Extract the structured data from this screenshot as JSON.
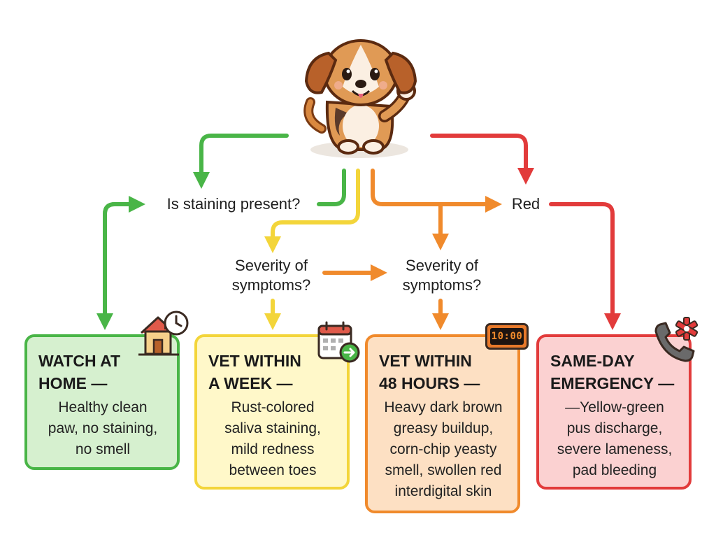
{
  "questions": {
    "staining": "Is staining present?",
    "red": "Red",
    "severity_1": "Severity of\nsymptoms?",
    "severity_2": "Severity of\nsymptoms?"
  },
  "outcomes": [
    {
      "title": "WATCH AT\nHOME —",
      "description": "Healthy clean\npaw, no staining,\nno smell",
      "color": "#49b547",
      "icon": "house-clock-icon"
    },
    {
      "title": "VET WITHIN\nA WEEK —",
      "description": "Rust-colored\nsaliva staining,\nmild redness\nbetween toes",
      "color": "#f3d53a",
      "icon": "calendar-arrow-icon"
    },
    {
      "title": "VET WITHIN\n48 HOURS —",
      "description": "Heavy dark brown\ngreasy buildup,\ncorn-chip yeasty\nsmell, swollen red\ninterdigital skin",
      "color": "#f08a2c",
      "icon": "digital-clock-icon",
      "clock_text": "10:00"
    },
    {
      "title": "SAME-DAY\nEMERGENCY —",
      "description": "—Yellow-green\npus discharge,\nsevere lameness,\npad bleeding",
      "color": "#e23b3b",
      "icon": "phone-emergency-icon"
    }
  ],
  "colors": {
    "green": "#49b547",
    "yellow": "#f3d53a",
    "orange": "#f08a2c",
    "red": "#e23b3b"
  },
  "mascot": "puppy-waving-icon"
}
